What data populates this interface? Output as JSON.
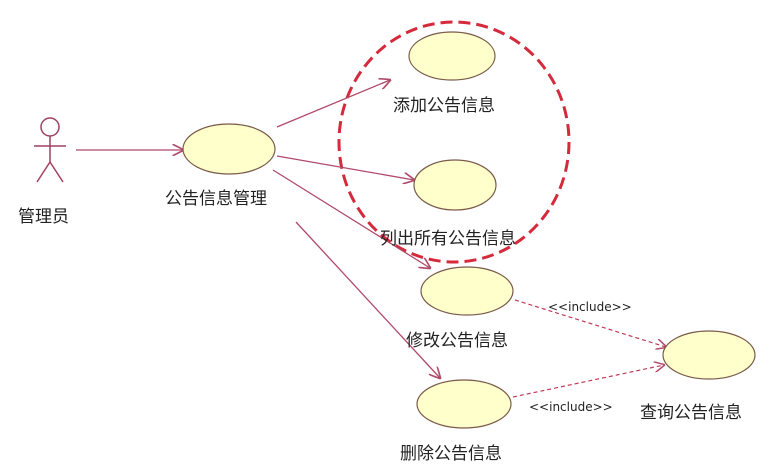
{
  "actor": {
    "label": "管理员"
  },
  "use_cases": {
    "manage": "公告信息管理",
    "add": "添加公告信息",
    "list": "列出所有公告信息",
    "edit": "修改公告信息",
    "delete": "删除公告信息",
    "query": "查询公告信息"
  },
  "relations": {
    "edit_include": "<<include>>",
    "delete_include": "<<include>>"
  },
  "colors": {
    "usecase_fill": "#ffffcc",
    "line": "#b04a6a",
    "highlight": "#d42a3c",
    "actor": "#a04060"
  }
}
